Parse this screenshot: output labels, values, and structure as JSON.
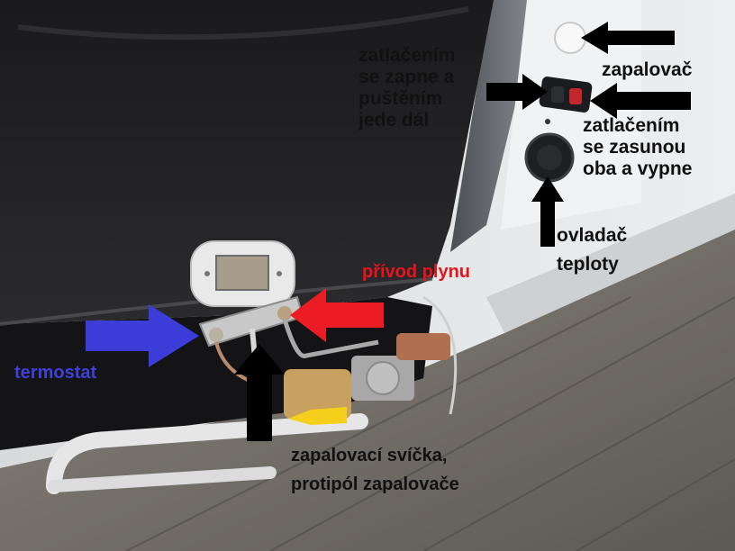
{
  "colors": {
    "label_text": "#111111",
    "red_label": "#e8141c",
    "blue_label": "#4040d8",
    "black_arrow": "#000000",
    "red_arrow": "#ec1c24",
    "blue_arrow": "#3c3cd8"
  },
  "labels": {
    "zapalovac": "zapalovač",
    "zatlacenim_zapne": [
      "zatlačením",
      "se zapne a",
      "puštěním",
      "jede dál"
    ],
    "zatlacenim_zasunou": [
      "zatlačením",
      "se zasunou",
      "oba a vypne"
    ],
    "ovladac_teploty": [
      "ovladač",
      "teploty"
    ],
    "privod_plynu": "přívod plynu",
    "termostat": "termostat",
    "zapalovaci_svicka": [
      "zapalovací svíčka,",
      "protipól zapalovače"
    ]
  }
}
